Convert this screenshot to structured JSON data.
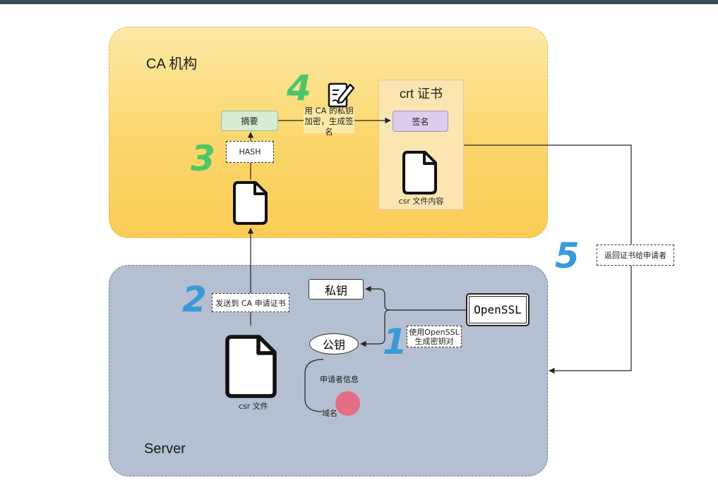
{
  "ca": {
    "title": "CA 机构",
    "summary_label": "摘要",
    "hash_label": "HASH",
    "crt_title": "crt 证书",
    "sign_label": "签名",
    "csr_content_label": "csr 文件内容",
    "step4_text_line1": "用 CA 的私钥",
    "step4_text_line2": "加密，生成签名"
  },
  "server": {
    "title": "Server",
    "private_key": "私钥",
    "public_key": "公钥",
    "openssl": "OpenSSL",
    "generate_note_line1": "使用OpenSSL",
    "generate_note_line2": "生成密钥对",
    "applicant_info": "申请者信息",
    "domain": "域名",
    "csr_file": "csr 文件",
    "send_note": "发送到 CA 申请证书"
  },
  "return_note": "返回证书给申请者",
  "steps": {
    "one": "1",
    "two": "2",
    "three": "3",
    "four": "4",
    "five": "5"
  },
  "colors": {
    "ca_background": "#fbd66b",
    "server_background": "#b4bfd1",
    "step_blue": "#3a9ad9",
    "step_green": "#4fc56b",
    "summary_fill": "#d6ebd3",
    "sign_fill": "#dccdee"
  },
  "icons": {
    "file": "file-icon",
    "sign_pen": "sign-pen-icon"
  }
}
